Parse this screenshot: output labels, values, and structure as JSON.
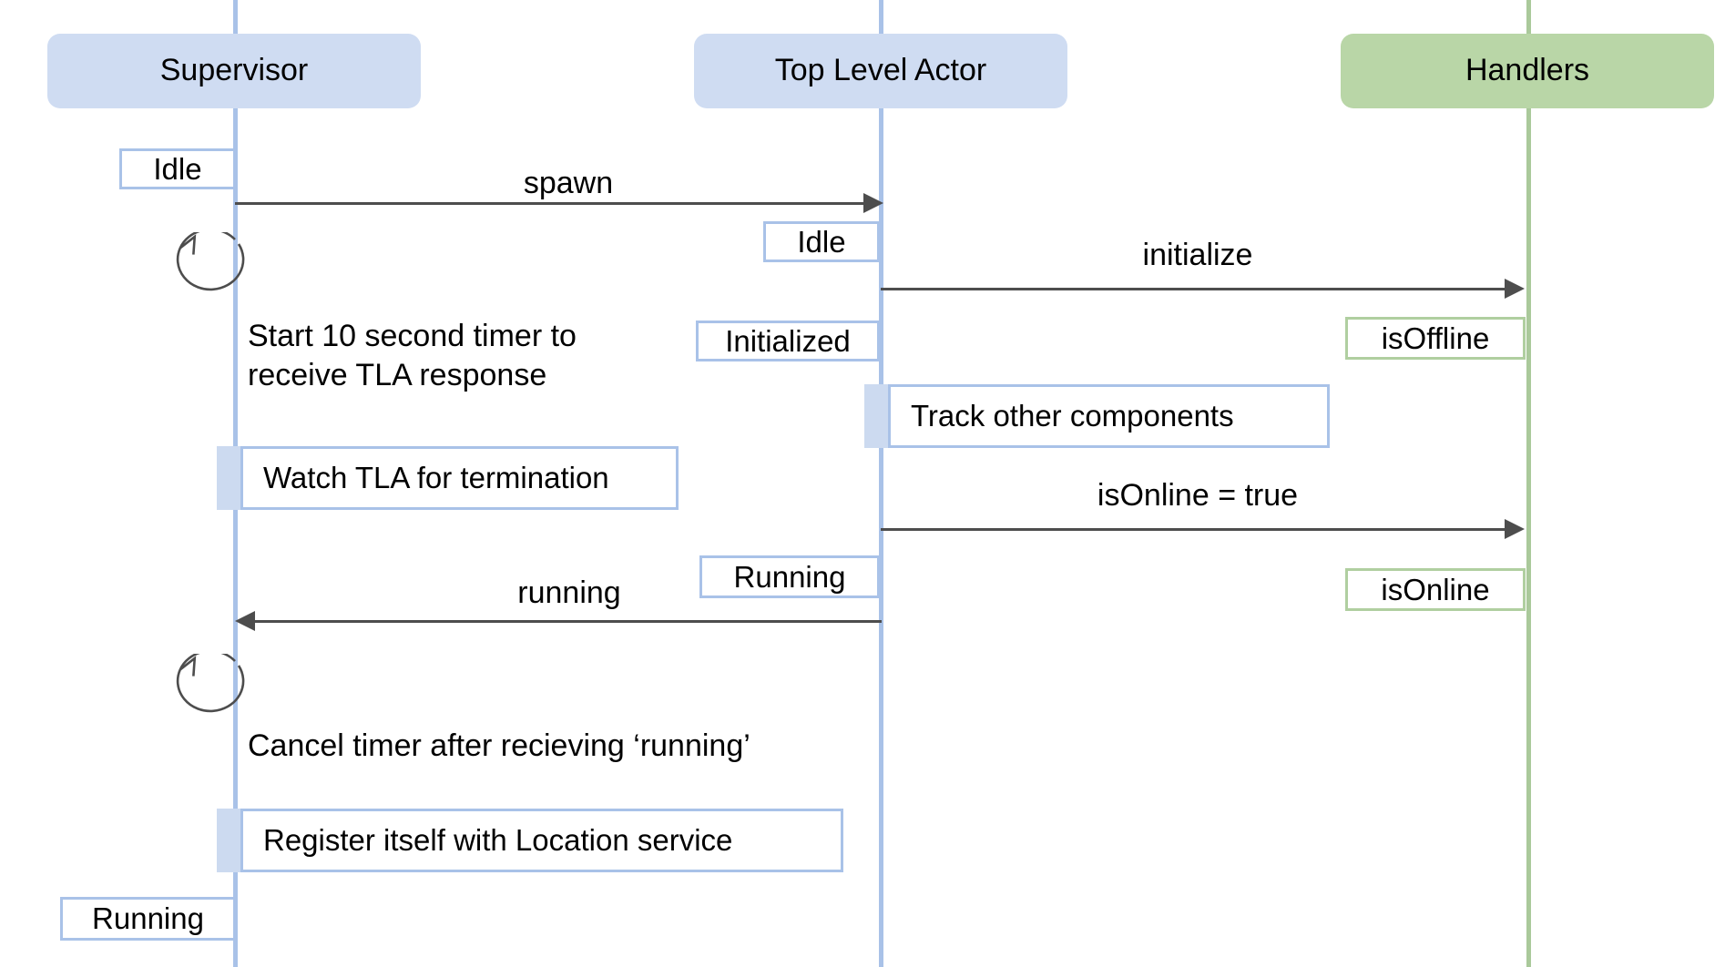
{
  "diagram": {
    "type": "sequence-diagram",
    "title": "Supervisor / Top Level Actor / Handlers startup sequence",
    "colors": {
      "lifeline_blue": "#a9c2e8",
      "lifeline_green": "#aac99b",
      "header_blue": "#cfdcf2",
      "header_green": "#b9d6a7",
      "activation_blue": "#ccdaf0",
      "arrow": "#4d4d4d",
      "background": "#ffffff"
    }
  },
  "lifelines": [
    {
      "id": "supervisor",
      "label": "Supervisor",
      "color": "blue"
    },
    {
      "id": "tla",
      "label": "Top Level Actor",
      "color": "blue"
    },
    {
      "id": "handlers",
      "label": "Handlers",
      "color": "green"
    }
  ],
  "states": [
    {
      "id": "sup-idle",
      "lifeline": "supervisor",
      "label": "Idle",
      "color": "blue"
    },
    {
      "id": "tla-idle",
      "lifeline": "tla",
      "label": "Idle",
      "color": "blue"
    },
    {
      "id": "tla-initialized",
      "lifeline": "tla",
      "label": "Initialized",
      "color": "blue"
    },
    {
      "id": "handlers-isoffline",
      "lifeline": "handlers",
      "label": "isOffline",
      "color": "green"
    },
    {
      "id": "tla-running",
      "lifeline": "tla",
      "label": "Running",
      "color": "blue"
    },
    {
      "id": "handlers-isonline",
      "lifeline": "handlers",
      "label": "isOnline",
      "color": "green"
    },
    {
      "id": "sup-running",
      "lifeline": "supervisor",
      "label": "Running",
      "color": "blue"
    }
  ],
  "messages": [
    {
      "id": "spawn",
      "label": "spawn",
      "from": "supervisor",
      "to": "tla",
      "direction": "right"
    },
    {
      "id": "initialize",
      "label": "initialize",
      "from": "tla",
      "to": "handlers",
      "direction": "right"
    },
    {
      "id": "isonline-true",
      "label": "isOnline = true",
      "from": "tla",
      "to": "handlers",
      "direction": "right"
    },
    {
      "id": "running",
      "label": "running",
      "from": "tla",
      "to": "supervisor",
      "direction": "left"
    }
  ],
  "activities": [
    {
      "id": "watch-tla",
      "lifeline": "supervisor",
      "label": "Watch TLA for termination"
    },
    {
      "id": "track-components",
      "lifeline": "tla",
      "label": "Track other components"
    },
    {
      "id": "register-location",
      "lifeline": "supervisor",
      "label": "Register itself with Location service"
    }
  ],
  "notes": [
    {
      "id": "start-timer",
      "lifeline": "supervisor",
      "label": "Start 10 second timer to\nreceive TLA response",
      "has_self_loop": true
    },
    {
      "id": "cancel-timer",
      "lifeline": "supervisor",
      "label": "Cancel timer after recieving ‘running’",
      "has_self_loop": true
    }
  ]
}
